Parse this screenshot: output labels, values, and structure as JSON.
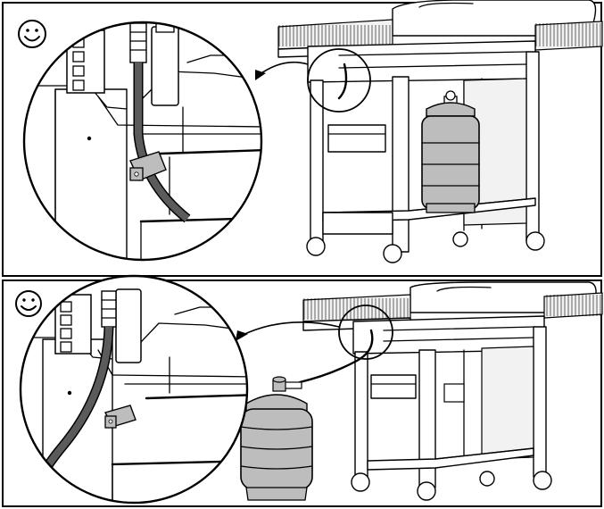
{
  "diagram": {
    "panels": [
      {
        "status": "correct",
        "status_icon": "smiley-face-icon",
        "description_icon": "propane-tank-inside-cabinet"
      },
      {
        "status": "correct",
        "status_icon": "smiley-face-icon",
        "description_icon": "propane-tank-outside-grill"
      }
    ],
    "colors": {
      "hose": "#5b5b5b",
      "tank": "#bdbdbd",
      "outline": "#000000",
      "background": "#ffffff"
    }
  }
}
